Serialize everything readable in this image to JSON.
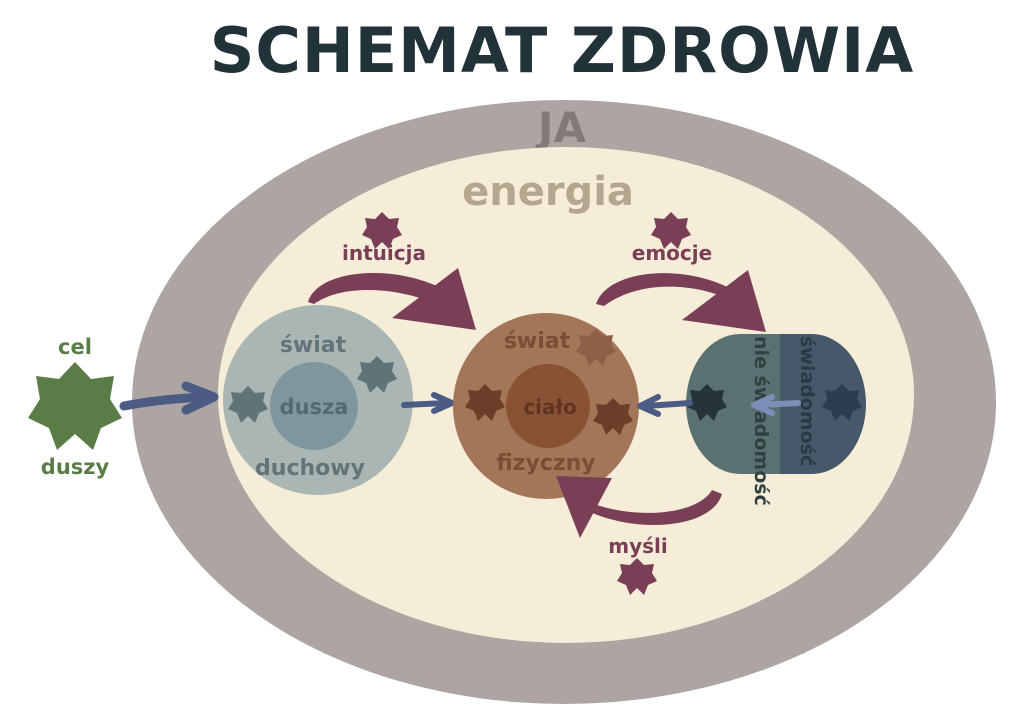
{
  "title": "SCHEMAT ZDROWIA",
  "outer_label": "JA",
  "inner_label": "energia",
  "soul_purpose": {
    "line1": "cel",
    "line2": "duszy"
  },
  "spiritual_world": {
    "top": "świat",
    "bottom": "duchowy",
    "center": "dusza"
  },
  "physical_world": {
    "top": "świat",
    "bottom": "fizyczny",
    "center": "ciało"
  },
  "consciousness": {
    "subconscious": "nie świadomość",
    "conscious": "świadomość"
  },
  "arrow_labels": {
    "intuition": "intuicja",
    "emotions": "emocje",
    "thoughts": "myśli"
  },
  "colors": {
    "title": "#213238",
    "outer_ellipse": "#ada5a2",
    "inner_ellipse": "#f6edd8",
    "spiritual": "#a9b6b3",
    "soul": "#7e969e",
    "physical": "#a47658",
    "body": "#8a5235",
    "consciousness_left": "#597170",
    "consciousness_right": "#45596a",
    "arrow_blue": "#4b5b84",
    "arrow_plum": "#7a3f57",
    "soul_star": "#5a7d47"
  }
}
